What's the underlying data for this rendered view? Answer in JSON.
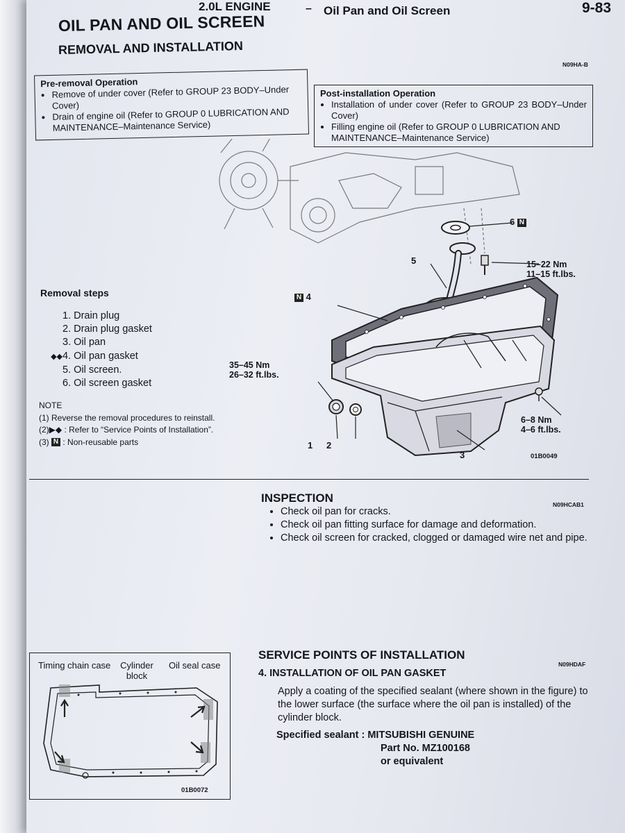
{
  "header": {
    "chapter": "2.0L ENGINE",
    "dash": "–",
    "section": "Oil Pan and Oil Screen",
    "page_number": "9-83"
  },
  "title": "OIL PAN AND OIL SCREEN",
  "subtitle": "REMOVAL AND INSTALLATION",
  "removal_code": "N09HA-B",
  "pre_removal": {
    "title": "Pre-removal Operation",
    "items": [
      "Remove of under cover (Refer to GROUP 23 BODY–Under Cover)",
      "Drain of engine oil (Refer to GROUP 0 LUBRICATION AND MAINTENANCE–Maintenance Service)"
    ]
  },
  "post_installation": {
    "title": "Post-installation Operation",
    "items": [
      "Installation of under cover (Refer to GROUP 23 BODY–Under Cover)",
      "Filling engine oil (Refer to GROUP 0 LUBRICATION AND MAINTENANCE–Maintenance Service)"
    ]
  },
  "removal_steps": {
    "title": "Removal steps",
    "steps": [
      {
        "mark": "",
        "text": "1.  Drain plug"
      },
      {
        "mark": "",
        "text": "2.  Drain plug gasket"
      },
      {
        "mark": "",
        "text": "3.  Oil pan"
      },
      {
        "mark": "◆◆",
        "text": "4.  Oil pan gasket"
      },
      {
        "mark": "",
        "text": "5.  Oil screen."
      },
      {
        "mark": "",
        "text": "6.  Oil screen gasket"
      }
    ]
  },
  "note": {
    "title": "NOTE",
    "line1": "(1)  Reverse the removal procedures to reinstall.",
    "line2_prefix": "(2)▶◆",
    "line2_text": ": Refer to “Service Points of Installation”.",
    "line3_prefix": "(3)",
    "line3_badge": "N",
    "line3_text": ": Non-reusable parts"
  },
  "diagram": {
    "callout_6": "6",
    "callout_6_badge": "N",
    "callout_5": "5",
    "callout_4_badge": "N",
    "callout_4": "4",
    "callout_1": "1",
    "callout_2": "2",
    "callout_3": "3",
    "torque_screen_nm": "15–22 Nm",
    "torque_screen_lbs": "11–15 ft.lbs.",
    "torque_plug_nm": "35–45 Nm",
    "torque_plug_lbs": "26–32 ft.lbs.",
    "torque_pan_nm": "6–8 Nm",
    "torque_pan_lbs": "4–6 ft.lbs.",
    "figure_code": "01B0049"
  },
  "inspection": {
    "title": "INSPECTION",
    "code": "N09HCAB1",
    "items": [
      "Check oil pan for cracks.",
      "Check oil pan fitting surface for damage and deformation.",
      "Check oil screen for cracked, clogged or damaged wire net and pipe."
    ]
  },
  "service_points": {
    "title": "SERVICE POINTS OF INSTALLATION",
    "code": "N09HDAF",
    "step_title": "4.  INSTALLATION OF OIL PAN GASKET",
    "paragraph": "Apply a coating of the specified sealant (where shown in the figure) to the lower surface (the surface where the oil pan is installed) of the cylinder block.",
    "sealant_label": "Specified sealant : MITSUBISHI GENUINE",
    "sealant_part": "Part No. MZ100168",
    "sealant_alt": "or equivalent"
  },
  "gasket_figure": {
    "label_timing": "Timing chain case",
    "label_cylinder": "Cylinder block",
    "label_oil_seal": "Oil seal case",
    "figure_code": "01B0072"
  }
}
